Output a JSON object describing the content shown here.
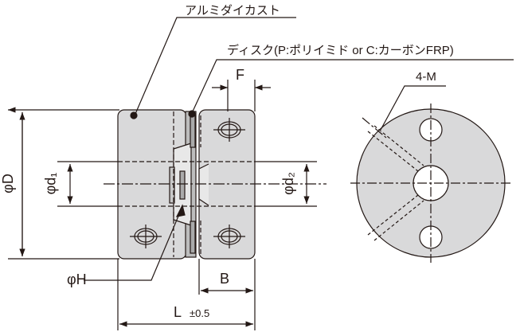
{
  "labels": {
    "material": "アルミダイカスト",
    "disc": "ディスク(P:ポリイミド or C:カーボンFRP)",
    "F": "F",
    "M": "4-M",
    "D": "φD",
    "d1": "φd₁",
    "d2": "φd₂",
    "H": "φH",
    "B": "B",
    "L": "L",
    "tol": "±0.5"
  },
  "colors": {
    "body": "#d9d9da",
    "line": "#231815"
  }
}
